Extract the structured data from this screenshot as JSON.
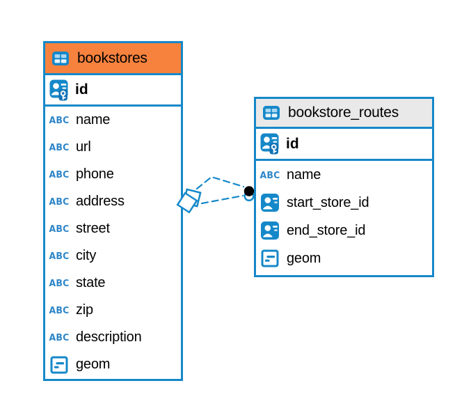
{
  "icons": {
    "text_type_label": "ABC"
  },
  "colors": {
    "table_border": "#1588c9",
    "bookstores_header_bg": "#f6823e",
    "routes_header_bg": "#e9e9e9",
    "relation_line": "#1588c9",
    "marker_dot": "#000000",
    "canvas_bg": "#ffffff"
  },
  "tables": [
    {
      "title": "bookstores",
      "primary_key": {
        "name": "id"
      },
      "columns": [
        {
          "name": "name",
          "type": "text"
        },
        {
          "name": "url",
          "type": "text"
        },
        {
          "name": "phone",
          "type": "text"
        },
        {
          "name": "address",
          "type": "text"
        },
        {
          "name": "street",
          "type": "text"
        },
        {
          "name": "city",
          "type": "text"
        },
        {
          "name": "state",
          "type": "text"
        },
        {
          "name": "zip",
          "type": "text"
        },
        {
          "name": "description",
          "type": "text"
        },
        {
          "name": "geom",
          "type": "geometry"
        }
      ]
    },
    {
      "title": "bookstore_routes",
      "primary_key": {
        "name": "id"
      },
      "columns": [
        {
          "name": "name",
          "type": "text"
        },
        {
          "name": "start_store_id",
          "type": "reference"
        },
        {
          "name": "end_store_id",
          "type": "reference"
        },
        {
          "name": "geom",
          "type": "geometry"
        }
      ]
    }
  ],
  "relationships": [
    {
      "from": "bookstore_routes.start_store_id",
      "to": "bookstores.id"
    },
    {
      "from": "bookstore_routes.end_store_id",
      "to": "bookstores.id"
    }
  ]
}
